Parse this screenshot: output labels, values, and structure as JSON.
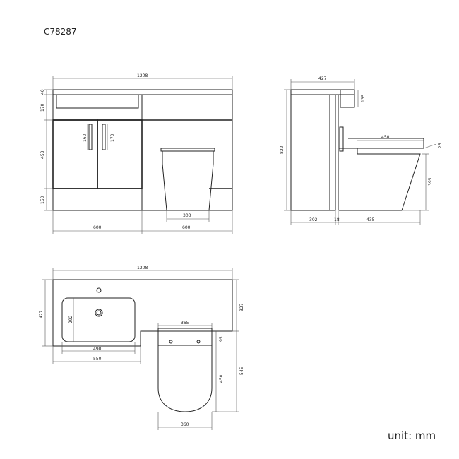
{
  "product_code": "C78287",
  "unit_label": "unit: mm",
  "front_view": {
    "overall_width": "1208",
    "top_height": "40",
    "upper_height": "170",
    "door_height": "458",
    "plinth_height": "150",
    "handle_left": "160",
    "handle_right": "170",
    "pan_width": "303",
    "left_width": "600",
    "right_width": "600"
  },
  "side_view": {
    "depth": "427",
    "cistern_height": "135",
    "overall_height": "822",
    "seat_length": "450",
    "seat_thickness": "25",
    "pan_height": "395",
    "cabinet_depth": "302",
    "gap": "18",
    "pan_projection": "435"
  },
  "plan_view": {
    "overall_width": "1208",
    "depth": "427",
    "right_depth": "327",
    "basin_depth": "292",
    "basin_width": "490",
    "basin_outer_width": "550",
    "pan_top_width": "365",
    "pan_offset": "95",
    "pan_length": "450",
    "overall_projection": "545",
    "pan_width": "360"
  }
}
